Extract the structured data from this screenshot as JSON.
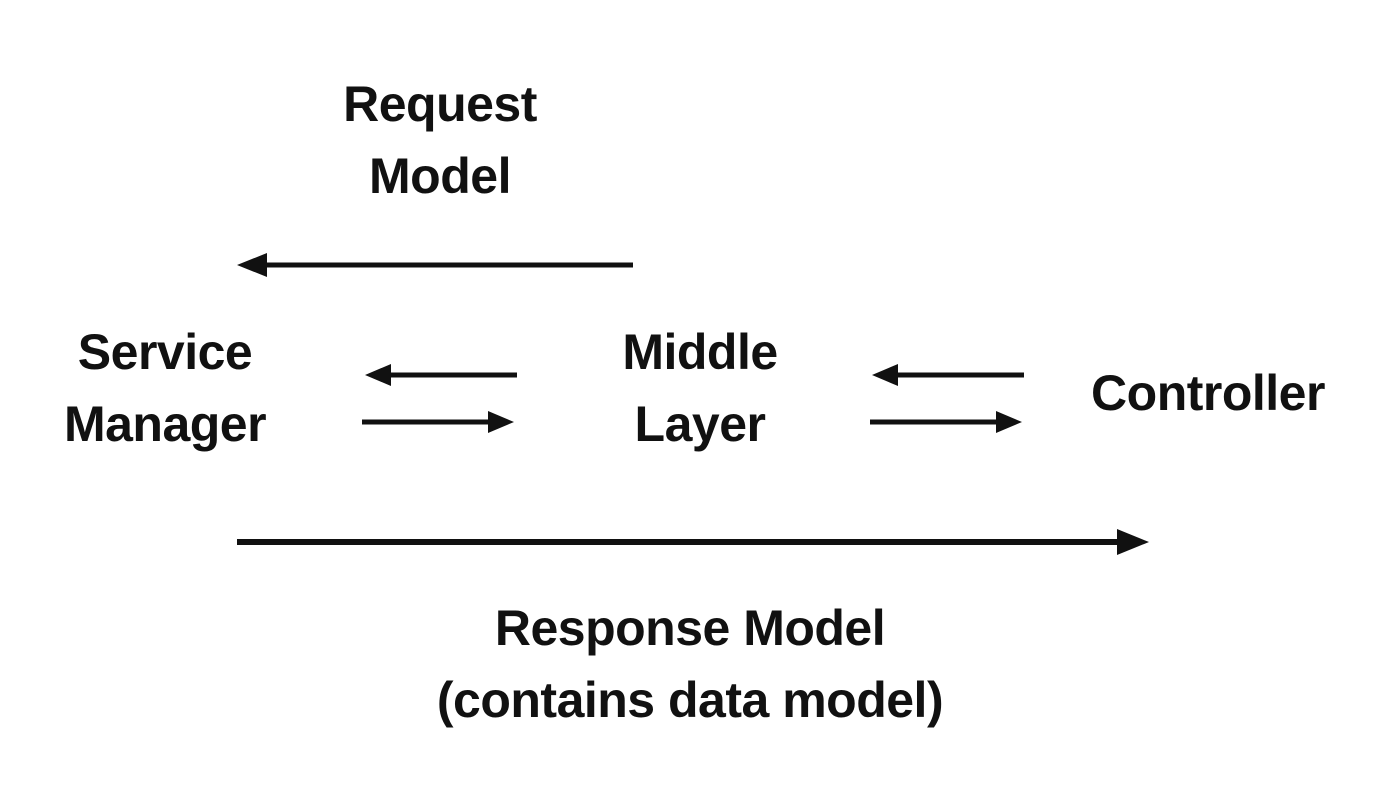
{
  "diagram": {
    "type": "flow-diagram",
    "background": "#ffffff",
    "ink_color": "#111111",
    "nodes": [
      {
        "id": "service-manager",
        "label": "Service Manager"
      },
      {
        "id": "middle-layer",
        "label": "Middle Layer"
      },
      {
        "id": "controller",
        "label": "Controller"
      }
    ],
    "flows": {
      "request": {
        "label": "Request Model",
        "direction": "right-to-left",
        "from": "middle-layer",
        "to": "service-manager"
      },
      "response": {
        "label": "Response Model",
        "note": "(contains data model)",
        "direction": "left-to-right",
        "from": "service-manager",
        "to": "controller"
      }
    },
    "edges": [
      {
        "from": "middle-layer",
        "to": "service-manager",
        "direction": "left",
        "label": ""
      },
      {
        "from": "service-manager",
        "to": "middle-layer",
        "direction": "right",
        "label": ""
      },
      {
        "from": "controller",
        "to": "middle-layer",
        "direction": "left",
        "label": ""
      },
      {
        "from": "middle-layer",
        "to": "controller",
        "direction": "right",
        "label": ""
      }
    ]
  }
}
